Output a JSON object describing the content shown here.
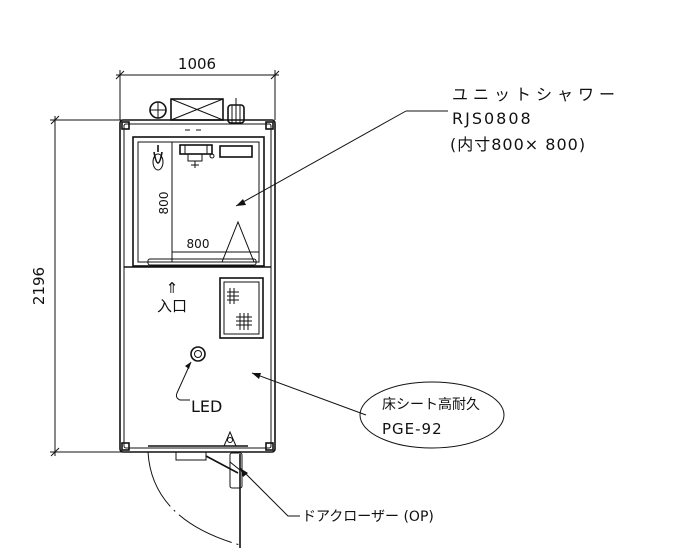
{
  "dimensions": {
    "width": "1006",
    "height": "2196"
  },
  "shower": {
    "label_line1": "ユニットシャワー",
    "label_line2": "RJS0808",
    "label_line3": "(内寸800× 800)",
    "inner_width": "800",
    "inner_depth": "800"
  },
  "entrance": {
    "arrow": "⇑",
    "label": "入口"
  },
  "led": {
    "label": "LED"
  },
  "floor_sheet": {
    "label_line1": "床シート高耐久",
    "label_line2": "PGE-92"
  },
  "door_closer": {
    "label": "ドアクローザー (OP)"
  }
}
